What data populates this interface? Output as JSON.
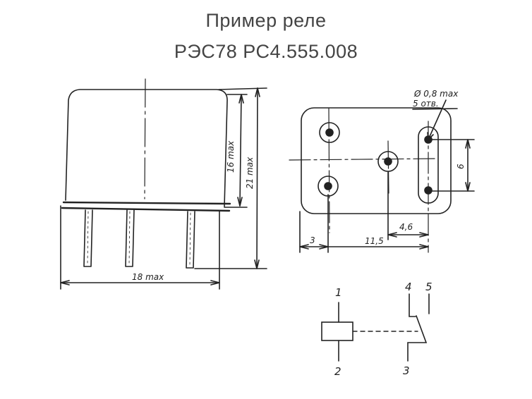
{
  "title": {
    "line1": "Пример реле",
    "line2": "РЭС78 РС4.555.008"
  },
  "dimensions": {
    "side_height": "16 max",
    "side_total_height": "21 max",
    "side_width": "18 max",
    "hole_diameter": "Ø 0,8 max",
    "hole_count": "5 отв.",
    "right_spacing": "6",
    "left_offset": "3",
    "hole_spacing_total": "11,5",
    "hole_spacing_right": "4,6"
  },
  "schematic": {
    "pins": [
      "1",
      "2",
      "4",
      "5",
      "3"
    ]
  }
}
